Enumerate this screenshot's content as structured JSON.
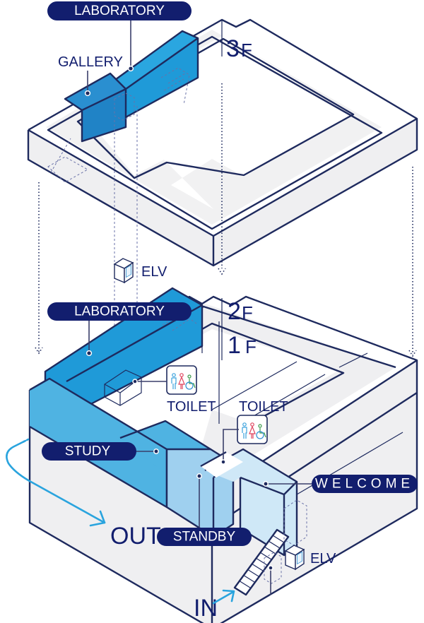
{
  "map": {
    "title": "Floor guide",
    "colors": {
      "outline": "#1e2a5e",
      "label_bg": "#121e6e",
      "laboratory": "#1f9ad8",
      "gallery": "#2083c6",
      "study": "#4fb3e2",
      "standby": "#9fd0ef",
      "welcome": "#cfe8f7",
      "floor_side": "#efeff1",
      "arrow": "#2aa4de"
    },
    "floors": [
      {
        "id": "3F",
        "number": "3",
        "suffix": "F"
      },
      {
        "id": "2F",
        "number": "2",
        "suffix": "F"
      },
      {
        "id": "1F",
        "number": "1",
        "suffix": "F"
      }
    ],
    "rooms": {
      "laboratory_3f": "LABORATORY",
      "gallery_3f": "GALLERY",
      "laboratory_2f": "LABORATORY",
      "study": "STUDY",
      "standby": "STANDBY",
      "welcome": "WELCOME"
    },
    "facilities": {
      "elevator_upper": {
        "label": "ELV",
        "icon": "elevator-icon"
      },
      "elevator_lower": {
        "label": "ELV",
        "icon": "elevator-icon"
      },
      "toilet_2f": {
        "label": "TOILET",
        "icon": "toilet-icon"
      },
      "toilet_1f": {
        "label": "TOILET",
        "icon": "toilet-icon"
      }
    },
    "directions": {
      "in": "IN",
      "out": "OUT"
    }
  }
}
